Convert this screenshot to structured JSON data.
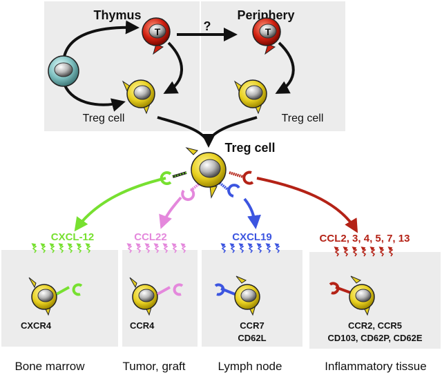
{
  "top": {
    "thymus_title": "Thymus",
    "periphery_title": "Periphery",
    "question_mark": "?",
    "treg_label_left": "Treg cell",
    "treg_label_right": "Treg cell",
    "t_letter": "T"
  },
  "center": {
    "treg_title": "Treg cell"
  },
  "chemokines": {
    "bone_marrow": "CXCL-12",
    "tumor": "CCL22",
    "lymph": "CXCL19",
    "inflammatory": "CCL2, 3, 4, 5, 7, 13"
  },
  "receptors": {
    "bone_marrow": "CXCR4",
    "tumor": "CCR4",
    "lymph_line1": "CCR7",
    "lymph_line2": "CD62L",
    "inflammatory_line1": "CCR2, CCR5",
    "inflammatory_line2": "CD103, CD62P, CD62E"
  },
  "tissues": {
    "bone_marrow": "Bone marrow",
    "tumor": "Tumor, graft",
    "lymph": "Lymph node",
    "inflammatory": "Inflammatory tissue"
  },
  "colors": {
    "bone_marrow": "#77e030",
    "tumor": "#e488dc",
    "lymph": "#3c55e0",
    "inflammatory": "#b42216",
    "panel": "#ececec",
    "treg_yellow": "#e8d020",
    "teff_red": "#d02010",
    "progenitor_teal": "#7fc0c0"
  }
}
